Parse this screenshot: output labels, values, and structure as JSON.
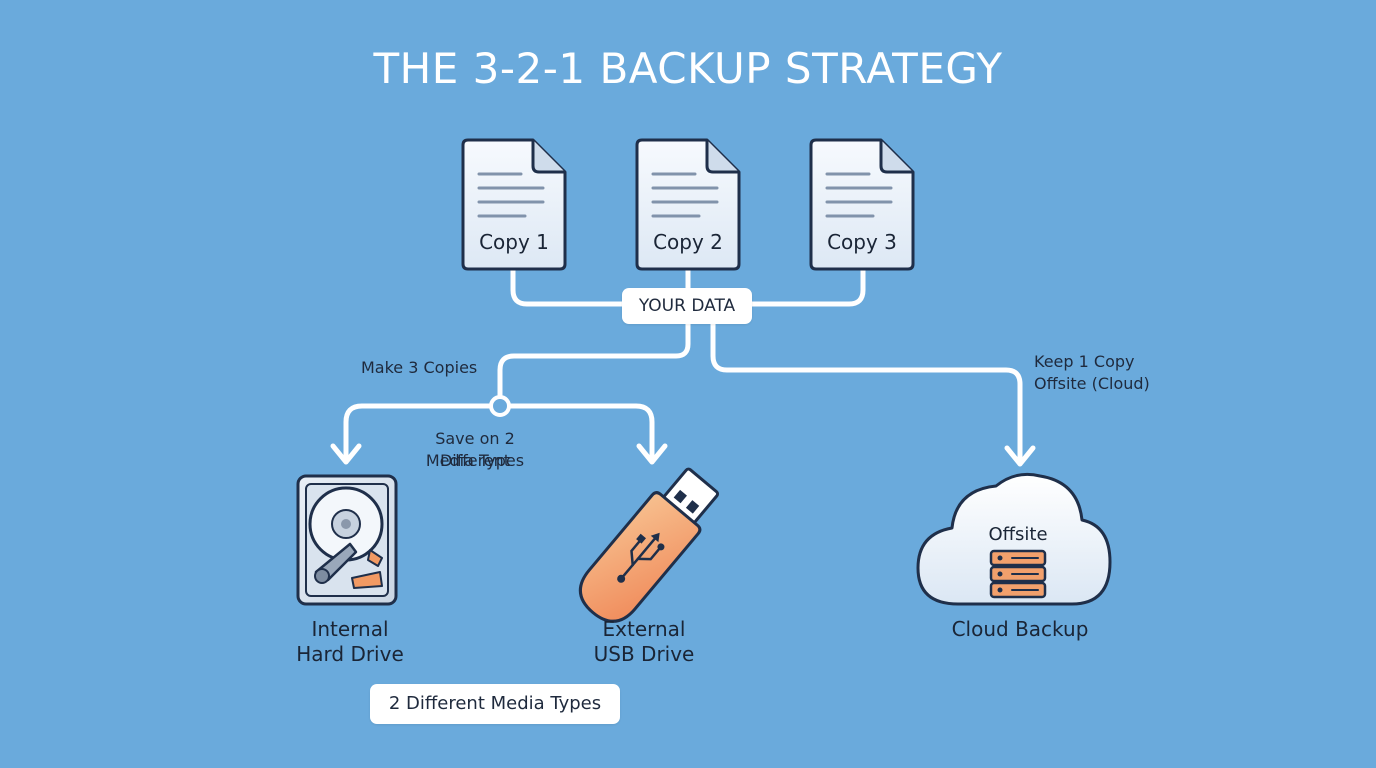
{
  "title": "THE 3-2-1 BACKUP STRATEGY",
  "documents": [
    {
      "label": "Copy 1"
    },
    {
      "label": "Copy 2"
    },
    {
      "label": "Copy 3"
    }
  ],
  "hub_label": "YOUR DATA",
  "annotations": {
    "make_copies": "Make 3 Copies",
    "media_line1": "Save on 2 Different",
    "media_line2": "Media Types",
    "offsite_line1": "Keep 1 Copy",
    "offsite_line2": "Offsite (Cloud)"
  },
  "destinations": {
    "internal": {
      "line1": "Internal",
      "line2": "Hard Drive"
    },
    "usb": {
      "line1": "External",
      "line2": "USB Drive"
    },
    "cloud": {
      "icon_label": "Offsite",
      "caption": "Cloud Backup"
    }
  },
  "footer_badge": "2 Different Media Types",
  "colors": {
    "background": "#6aaadc",
    "connector": "#ffffff",
    "document_fill": "#eef4fb",
    "outline": "#1f2f4a",
    "usb_orange": "#f29a63",
    "server_orange": "#f2a06c"
  },
  "icons": [
    "document-icon",
    "hard-drive-icon",
    "usb-drive-icon",
    "cloud-icon",
    "server-icon",
    "usb-symbol-icon"
  ]
}
